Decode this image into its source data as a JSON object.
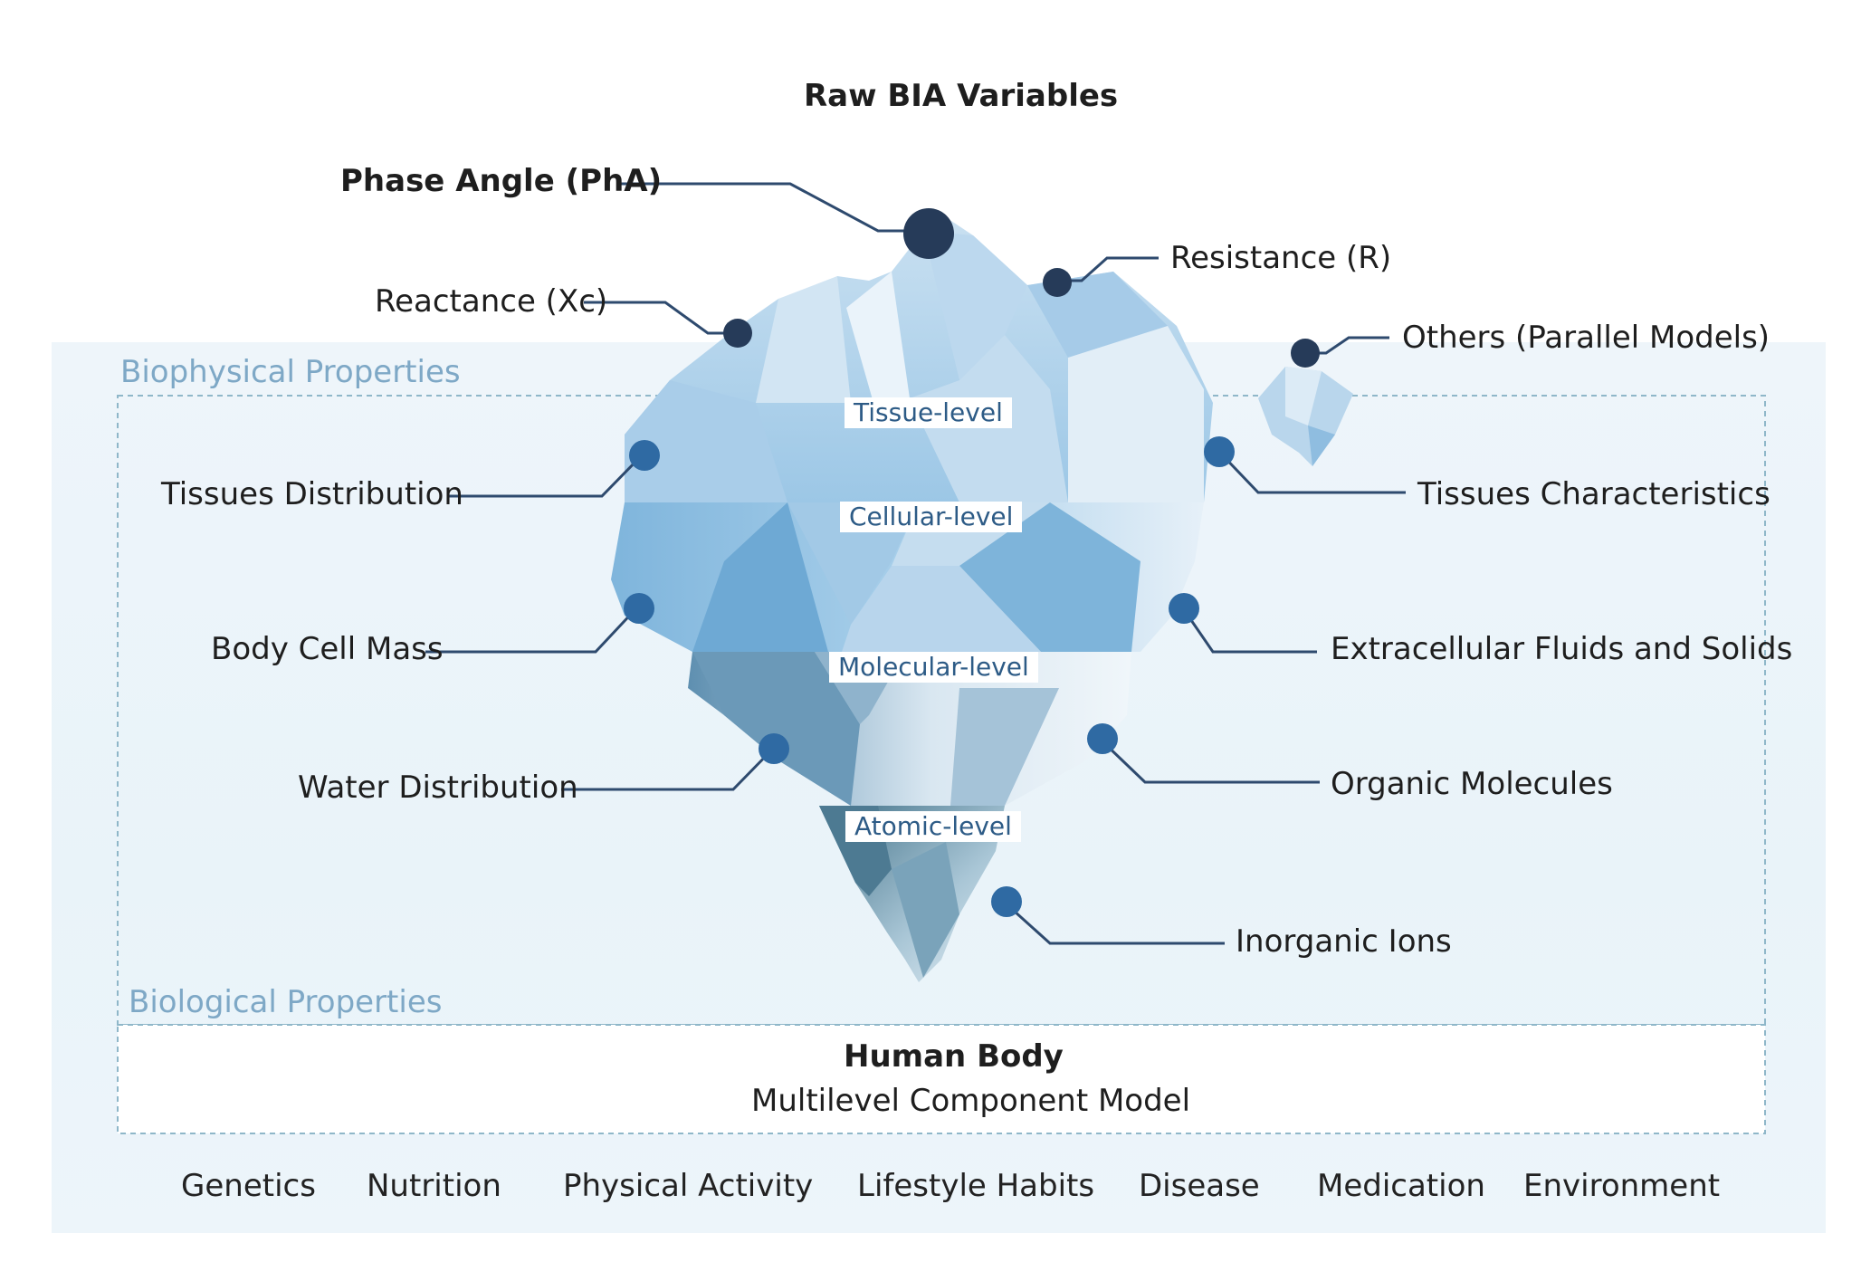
{
  "title": "Raw BIA Variables",
  "raw_variables": {
    "phase_angle": "Phase Angle (PhA)",
    "reactance": "Reactance (Xc)",
    "resistance": "Resistance (R)",
    "others": "Others (Parallel Models)"
  },
  "sections": {
    "biophysical": "Biophysical Properties",
    "biological": "Biological Properties"
  },
  "levels": {
    "tissue": "Tissue-level",
    "cellular": "Cellular-level",
    "molecular": "Molecular-level",
    "atomic": "Atomic-level"
  },
  "components": {
    "tissues_distribution": "Tissues Distribution",
    "tissues_characteristics": "Tissues Characteristics",
    "body_cell_mass": "Body Cell Mass",
    "extracellular": "Extracellular Fluids and Solids",
    "water_distribution": "Water Distribution",
    "organic_molecules": "Organic Molecules",
    "inorganic_ions": "Inorganic Ions"
  },
  "human_body": {
    "title": "Human Body",
    "subtitle": "Multilevel Component Model"
  },
  "factors": [
    "Genetics",
    "Nutrition",
    "Physical Activity",
    "Lifestyle Habits",
    "Disease",
    "Medication",
    "Environment"
  ],
  "colors": {
    "ice_light": "#d6e7f4",
    "ice_mid": "#8fbfe0",
    "ice_dark": "#5b8aa6",
    "dot_dark": "#263b59",
    "dot_blue": "#2f6aa3",
    "section_text": "#7ea8c6",
    "dashed_border": "#8fb7c9"
  }
}
